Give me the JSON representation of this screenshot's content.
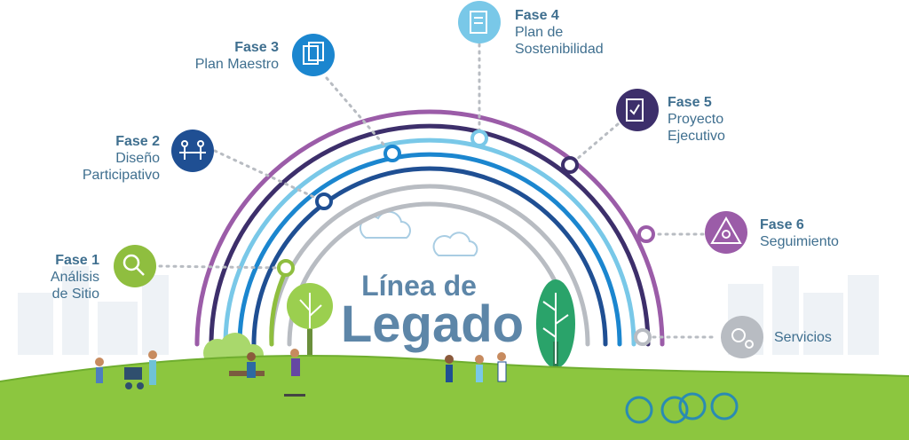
{
  "title": {
    "line1": "Línea de",
    "line2": "Legado"
  },
  "phases": [
    {
      "id": "fase1",
      "title": "Fase 1",
      "lines": [
        "Análisis",
        "de Sitio"
      ],
      "color": "#8fbe3f",
      "icon": "magnifier-icon"
    },
    {
      "id": "fase2",
      "title": "Fase 2",
      "lines": [
        "Diseño",
        "Participativo"
      ],
      "color": "#1f4f93",
      "icon": "people-icon"
    },
    {
      "id": "fase3",
      "title": "Fase 3",
      "lines": [
        "Plan Maestro"
      ],
      "color": "#1b86cf",
      "icon": "blueprint-icon"
    },
    {
      "id": "fase4",
      "title": "Fase 4",
      "lines": [
        "Plan de",
        "Sostenibilidad"
      ],
      "color": "#79c8e8",
      "icon": "document-icon"
    },
    {
      "id": "fase5",
      "title": "Fase 5",
      "lines": [
        "Proyecto",
        "Ejecutivo"
      ],
      "color": "#3d2f6b",
      "icon": "checklist-icon"
    },
    {
      "id": "fase6",
      "title": "Fase 6",
      "lines": [
        "Seguimiento"
      ],
      "color": "#9b5ca8",
      "icon": "worker-warning-icon"
    },
    {
      "id": "servicios",
      "title": "",
      "lines": [
        "Servicios"
      ],
      "color": "#b8bcc2",
      "icon": "gears-icon"
    }
  ],
  "colors": {
    "title_blue": "#5d86a8",
    "label_blue": "#3f6f8f",
    "grass": "#8cc63f",
    "grass_dark": "#6fae2f",
    "arc_gray": "#b8bcc2"
  }
}
